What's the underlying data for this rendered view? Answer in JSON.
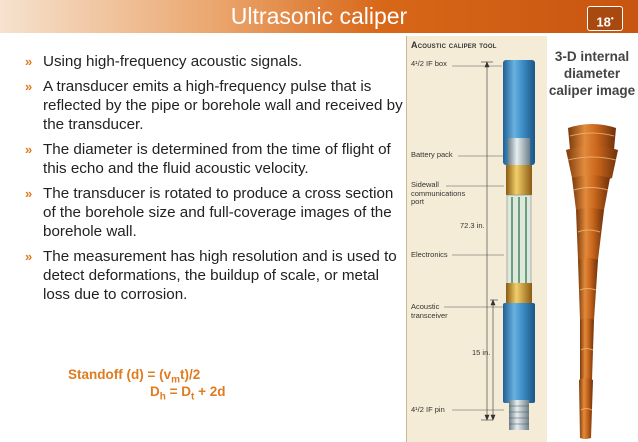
{
  "header": {
    "title": "Ultrasonic caliper",
    "page_number": "18"
  },
  "bullets": [
    "Using high-frequency acoustic signals.",
    "A transducer emits a high-frequency pulse that is reflected by the pipe or borehole wall and received by the transducer.",
    "The diameter is determined from the time of flight of this echo and the fluid acoustic velocity.",
    " The transducer is rotated to produce a cross section of the borehole size and full-coverage images of the borehole wall.",
    "The measurement has high resolution and is used to detect deformations, the buildup of scale, or metal loss due to corrosion."
  ],
  "bullet_marker": "»",
  "formulas": {
    "line1": {
      "lhs": "Standoff (d) = (v",
      "sub": "m",
      "rhs": "t)/2"
    },
    "line2": {
      "lhs": "D",
      "sub1": "h",
      "mid": " = D",
      "sub2": "t",
      "rhs": " + 2d"
    }
  },
  "tool_diagram": {
    "title": "Acoustic caliper tool",
    "labels": {
      "top_box": "4¹/2 IF box",
      "battery": "Battery pack",
      "sidewall": "Sidewall communications port",
      "electronics": "Electronics",
      "acoustic": "Acoustic transceiver",
      "length_total": "72.3 in.",
      "length_bottom": "15 in.",
      "bottom_pin": "4¹/2 IF pin"
    }
  },
  "side_caption": "3-D internal diameter caliper image",
  "colors": {
    "accent": "#e07b1f",
    "tool_body": "#3e8fc8",
    "caliper_image": "#c8661c"
  }
}
